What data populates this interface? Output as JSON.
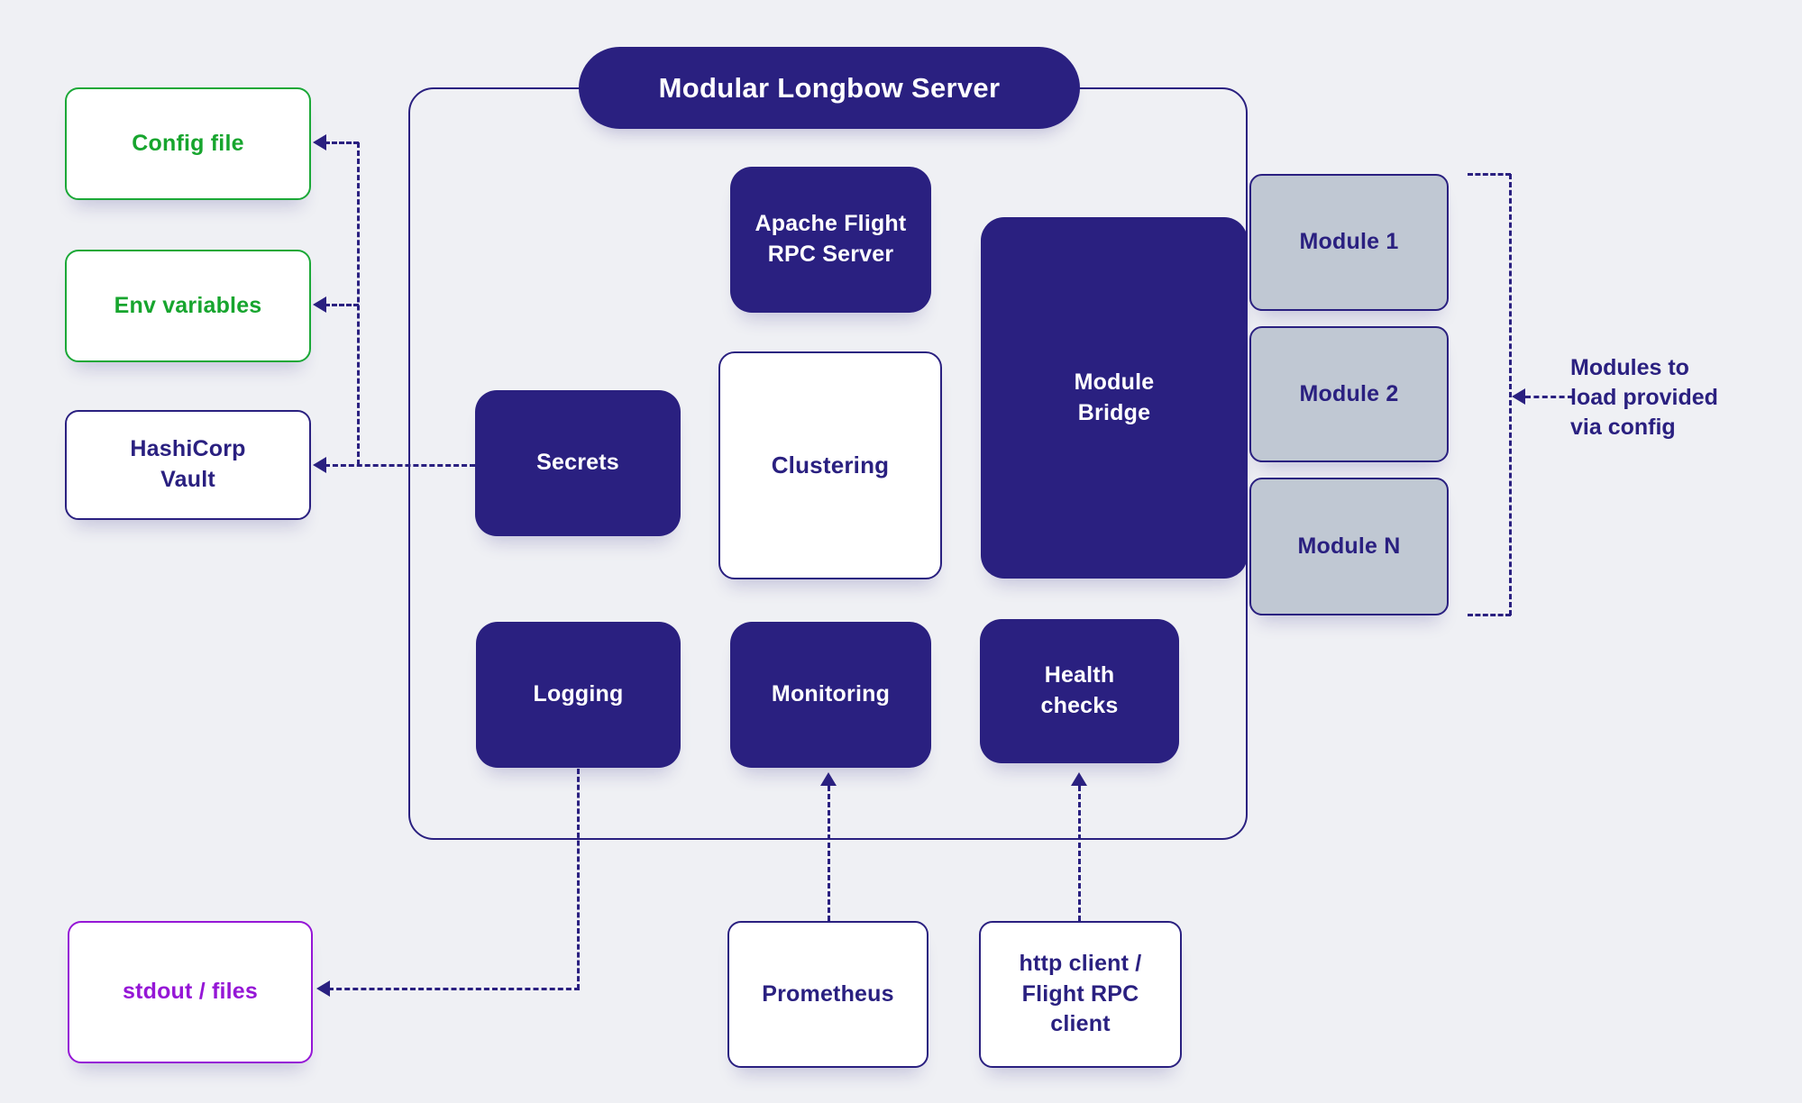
{
  "diagram": {
    "title": "Modular Longbow Server",
    "annotation": "Modules to\nload provided\nvia config",
    "external": {
      "config_file": "Config file",
      "env_variables": "Env variables",
      "hashicorp_vault": "HashiCorp\nVault",
      "stdout_files": "stdout / files",
      "prometheus": "Prometheus",
      "http_client": "http client /\nFlight RPC\nclient"
    },
    "server": {
      "apache_flight": "Apache Flight\nRPC Server",
      "secrets": "Secrets",
      "clustering": "Clustering",
      "module_bridge": "Module\nBridge",
      "logging": "Logging",
      "monitoring": "Monitoring",
      "health_checks": "Health\nchecks"
    },
    "modules": [
      "Module 1",
      "Module 2",
      "Module N"
    ],
    "colors": {
      "indigo": "#2a2080",
      "green": "#1ba837",
      "purple": "#9516d6",
      "module_fill": "#c0c8d3",
      "background": "#eff0f4",
      "box_text_light": "#ffffff"
    }
  }
}
